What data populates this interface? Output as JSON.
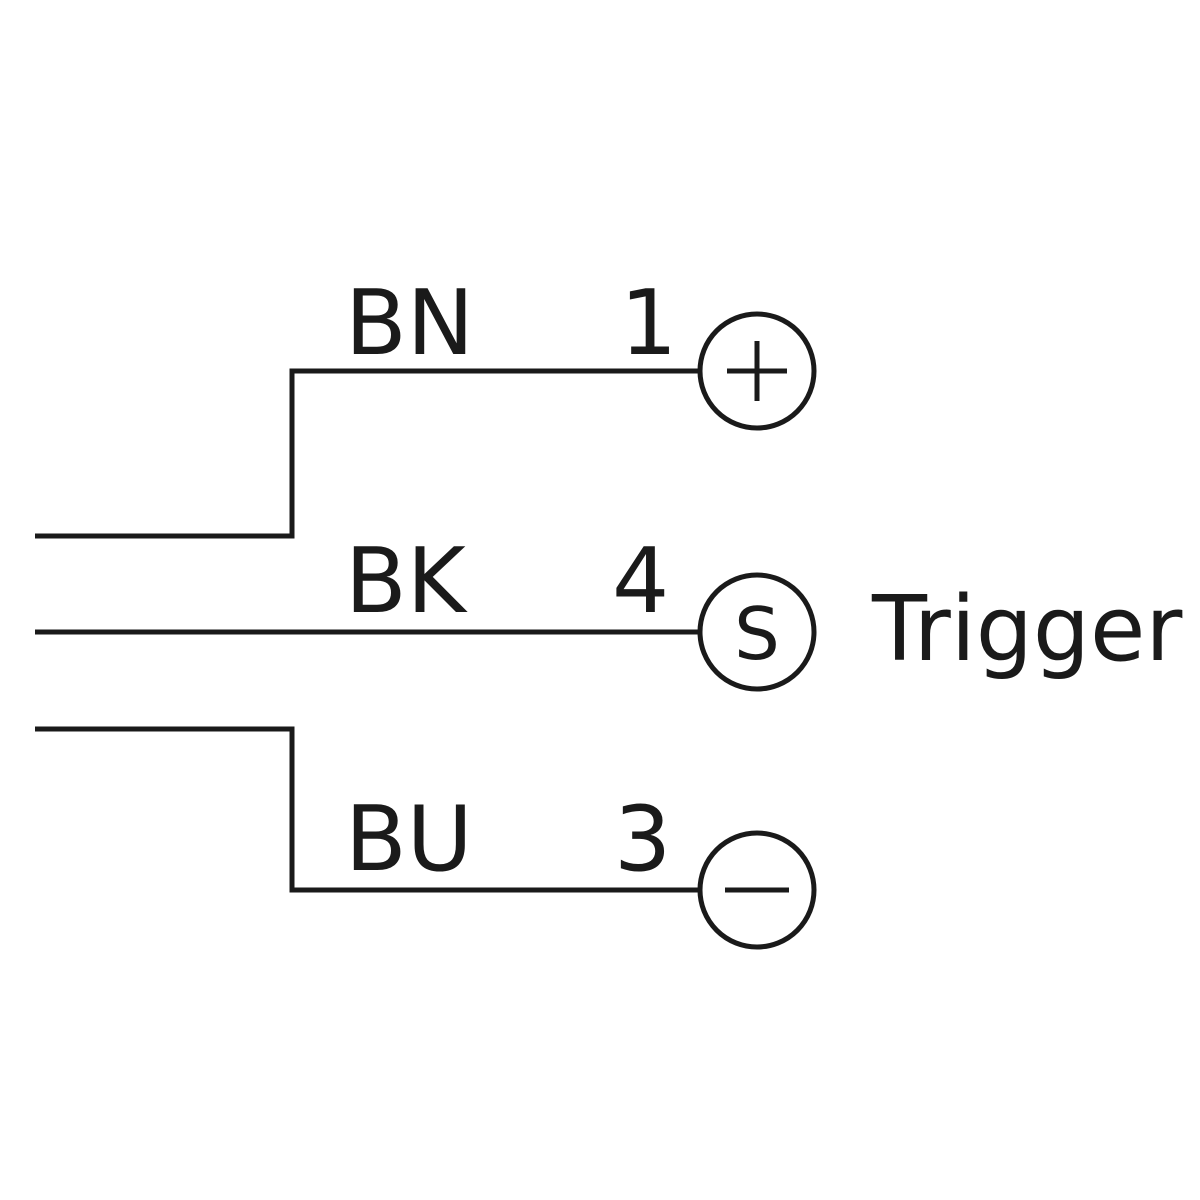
{
  "wires": [
    {
      "color_code": "BN",
      "pin": "1",
      "terminal_symbol": "plus"
    },
    {
      "color_code": "BK",
      "pin": "4",
      "terminal_symbol": "S",
      "function": "Trigger"
    },
    {
      "color_code": "BU",
      "pin": "3",
      "terminal_symbol": "minus"
    }
  ],
  "colors": {
    "line": "#1a1a1a",
    "background": "#ffffff"
  }
}
